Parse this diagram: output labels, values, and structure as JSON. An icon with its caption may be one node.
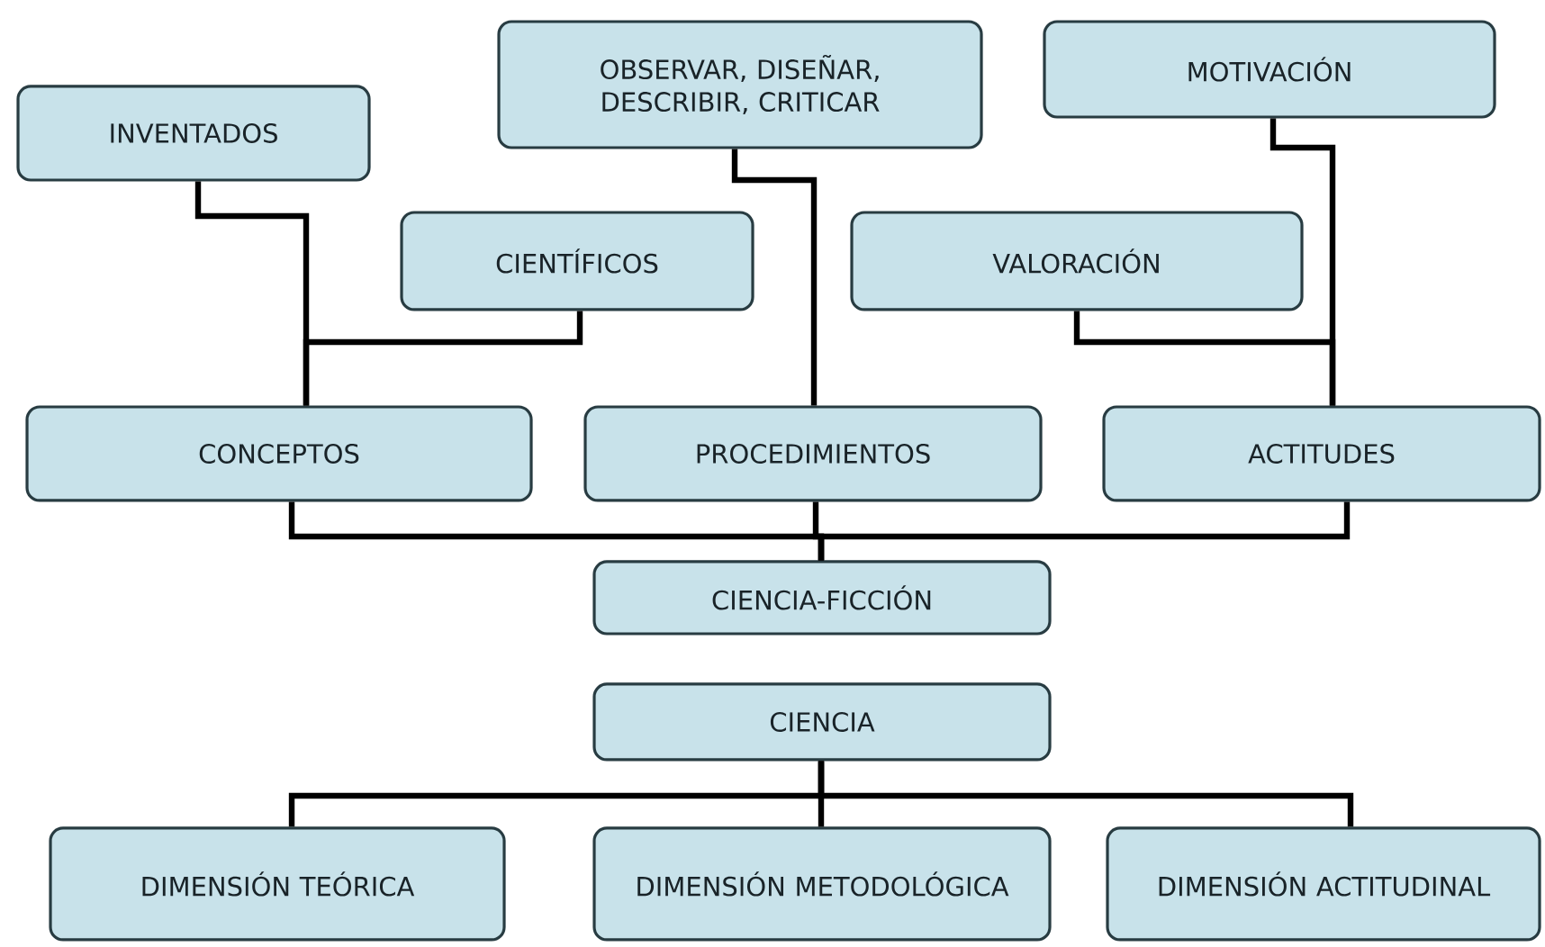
{
  "diagram": {
    "nodes": [
      {
        "text": [
          "INVENTADOS"
        ]
      },
      {
        "text": [
          "OBSERVAR, DISEÑAR, DESCRIBIR, CRITICAR"
        ]
      },
      {
        "text": [
          "MOTIVACIÓN"
        ]
      },
      {
        "text": [
          "CIENTÍFICOS"
        ]
      },
      {
        "text": [
          "VALORACIÓN"
        ]
      },
      {
        "text": [
          "CONCEPTOS"
        ]
      },
      {
        "text": [
          "PROCEDIMIENTOS"
        ]
      },
      {
        "text": [
          "ACTITUDES"
        ]
      },
      {
        "text": [
          "CIENCIA-FICCIÓN"
        ]
      },
      {
        "text": [
          "CIENCIA"
        ]
      },
      {
        "text": [
          "DIMENSIÓN TEÓRICA"
        ]
      },
      {
        "text": [
          "DIMENSIÓN METODOLÓGICA"
        ]
      },
      {
        "text": [
          "DIMENSIÓN ACTITUDINAL"
        ]
      }
    ],
    "edges": [
      {
        "from": 0,
        "to": 5,
        "arrow": "none"
      },
      {
        "from": 3,
        "to": 5,
        "arrow": "none"
      },
      {
        "from": 1,
        "to": 6,
        "arrow": "none"
      },
      {
        "from": 2,
        "to": 7,
        "arrow": "none"
      },
      {
        "from": 4,
        "to": 7,
        "arrow": "none"
      },
      {
        "from": 5,
        "to": 8,
        "arrow": "none"
      },
      {
        "from": 6,
        "to": 8,
        "arrow": "none"
      },
      {
        "from": 7,
        "to": 8,
        "arrow": "none"
      },
      {
        "from": 9,
        "to": 10,
        "arrow": "none"
      },
      {
        "from": 9,
        "to": 11,
        "arrow": "none"
      },
      {
        "from": 9,
        "to": 12,
        "arrow": "none"
      }
    ]
  }
}
